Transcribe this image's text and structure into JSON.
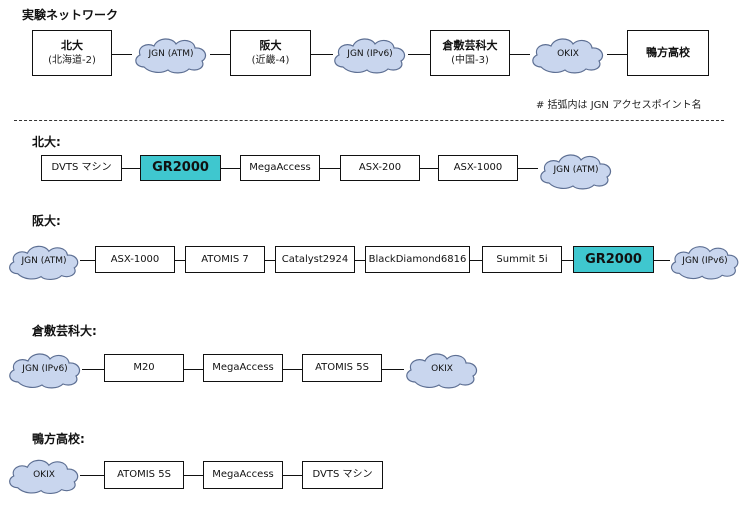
{
  "overview": {
    "title": "実験ネットワーク",
    "nodes": [
      {
        "name": "北大",
        "sub": "(北海道-2)"
      },
      {
        "name": "JGN (ATM)"
      },
      {
        "name": "阪大",
        "sub": "(近畿-4)"
      },
      {
        "name": "JGN (IPv6)"
      },
      {
        "name": "倉敷芸科大",
        "sub": "(中国-3)"
      },
      {
        "name": "OKIX"
      },
      {
        "name": "鴨方高校"
      }
    ],
    "note": "# 括弧内は JGN アクセスポイント名"
  },
  "sections": [
    {
      "title": "北大:",
      "items": [
        "DVTS マシン",
        "GR2000",
        "MegaAccess",
        "ASX-200",
        "ASX-1000",
        "JGN (ATM)"
      ]
    },
    {
      "title": "阪大:",
      "items": [
        "JGN (ATM)",
        "ASX-1000",
        "ATOMIS 7",
        "Catalyst2924",
        "BlackDiamond6816",
        "Summit 5i",
        "GR2000",
        "JGN (IPv6)"
      ]
    },
    {
      "title": "倉敷芸科大:",
      "items": [
        "JGN (IPv6)",
        "M20",
        "MegaAccess",
        "ATOMIS 5S",
        "OKIX"
      ]
    },
    {
      "title": "鴨方高校:",
      "items": [
        "OKIX",
        "ATOMIS 5S",
        "MegaAccess",
        "DVTS マシン"
      ]
    }
  ],
  "colors": {
    "highlight": "#3fc7cf",
    "cloud_fill": "#c9d6ee",
    "cloud_stroke": "#5d6f93"
  }
}
